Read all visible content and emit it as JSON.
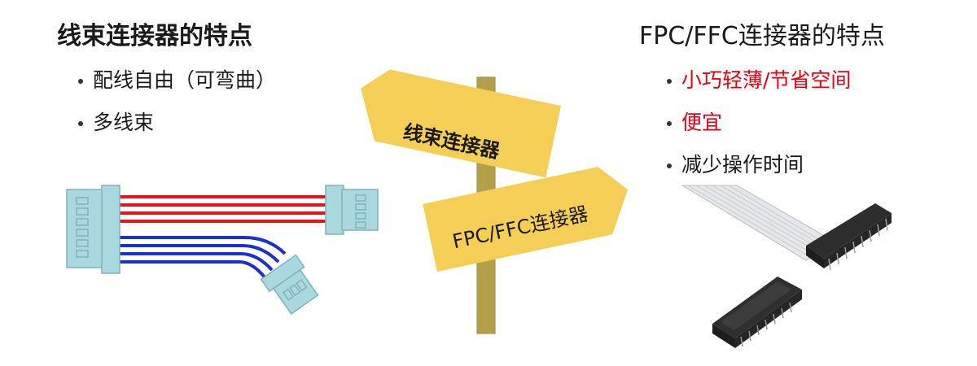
{
  "left": {
    "title": "线束连接器的特点",
    "bullets": [
      {
        "text": "配线自由（可弯曲）",
        "color": "#1a1a1a"
      },
      {
        "text": "多线束",
        "color": "#1a1a1a"
      }
    ]
  },
  "right": {
    "title": "FPC/FFC连接器的特点",
    "bullets": [
      {
        "text": "小巧轻薄/节省空间",
        "color": "#e60012"
      },
      {
        "text": "便宜",
        "color": "#e60012"
      },
      {
        "text": "减少操作时间",
        "color": "#1a1a1a"
      }
    ]
  },
  "signpost": {
    "sign_left": "线束连接器",
    "sign_right": "FPC/FFC连接器",
    "sign_color": "#f5cf55",
    "post_color": "#b5a04a"
  },
  "colors": {
    "wire_red": "#e8141c",
    "wire_blue": "#1c2fd0",
    "connector_body": "#a9d8df",
    "fpc_dark": "#2d2d2d"
  }
}
